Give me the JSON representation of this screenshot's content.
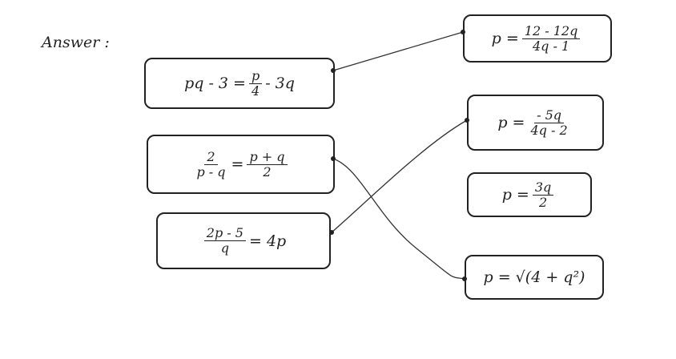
{
  "title": "Answer :",
  "left": [
    {
      "lhs": "pq - 3 =",
      "frac_num": "p",
      "frac_den": "4",
      "rhs": "- 3q"
    },
    {
      "lhs_num": "2",
      "lhs_den": "p - q",
      "eq": "=",
      "rhs_num": "p + q",
      "rhs_den": "2"
    },
    {
      "lhs_num": "2p - 5",
      "lhs_den": "q",
      "rhs": "= 4p"
    }
  ],
  "right": [
    {
      "lhs": "p =",
      "num": "12 - 12q",
      "den": "4q - 1"
    },
    {
      "lhs": "p =",
      "num": "- 5q",
      "den": "4q - 2"
    },
    {
      "lhs": "p =",
      "num": "3q",
      "den": "2"
    },
    {
      "lhs": "p =",
      "rhs": "√(4 + q²)"
    }
  ],
  "matches": [
    [
      1,
      1
    ],
    [
      2,
      4
    ],
    [
      3,
      2
    ]
  ]
}
